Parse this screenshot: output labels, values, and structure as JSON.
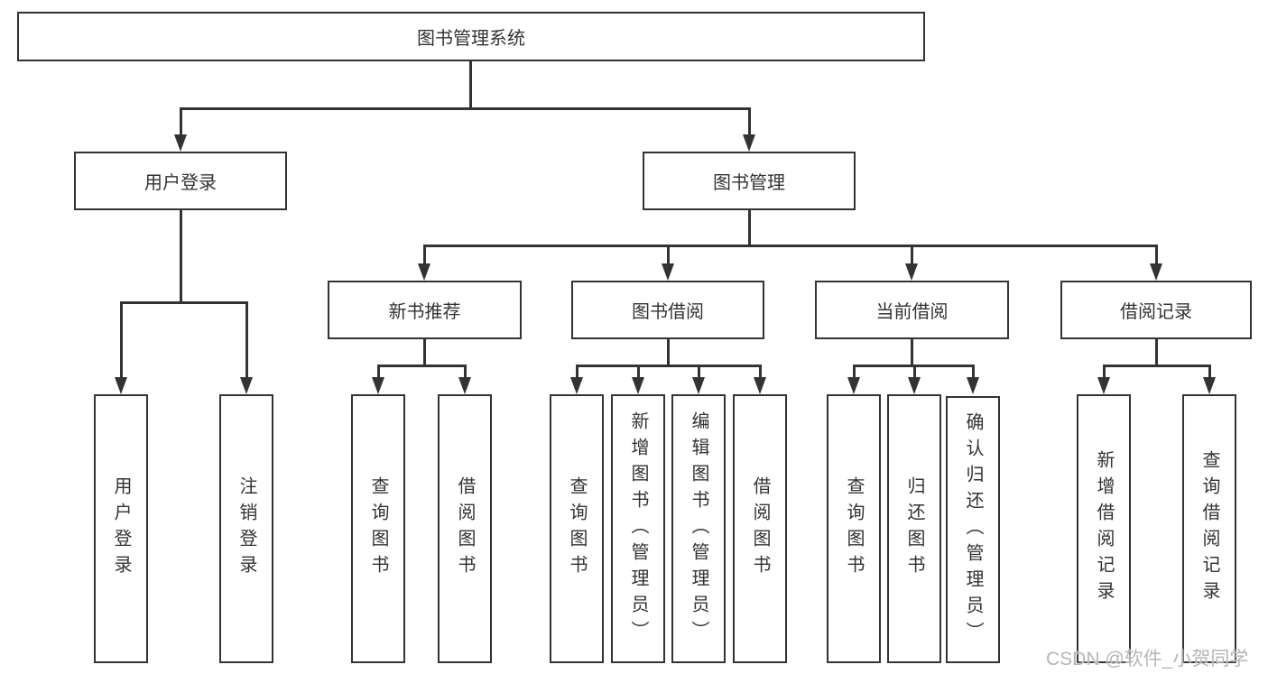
{
  "diagram": {
    "title": "图书管理系统",
    "branches": [
      {
        "label": "用户登录",
        "children": [
          {
            "label": "用户登录"
          },
          {
            "label": "注销登录"
          }
        ]
      },
      {
        "label": "图书管理",
        "children": [
          {
            "label": "新书推荐",
            "children": [
              {
                "label": "查询图书"
              },
              {
                "label": "借阅图书"
              }
            ]
          },
          {
            "label": "图书借阅",
            "children": [
              {
                "label": "查询图书"
              },
              {
                "label": "新增图书（管理员）"
              },
              {
                "label": "编辑图书（管理员）"
              },
              {
                "label": "借阅图书"
              }
            ]
          },
          {
            "label": "当前借阅",
            "children": [
              {
                "label": "查询图书"
              },
              {
                "label": "归还图书"
              },
              {
                "label": "确认归还（管理员）"
              }
            ]
          },
          {
            "label": "借阅记录",
            "children": [
              {
                "label": "新增借阅记录"
              },
              {
                "label": "查询借阅记录"
              }
            ]
          }
        ]
      }
    ]
  },
  "watermark": {
    "text": "CSDN @软件_小贺同学"
  },
  "colors": {
    "line": "#333333",
    "box-border": "#333333",
    "text": "#333333",
    "watermark": "#b6b6b6",
    "background": "#ffffff"
  }
}
